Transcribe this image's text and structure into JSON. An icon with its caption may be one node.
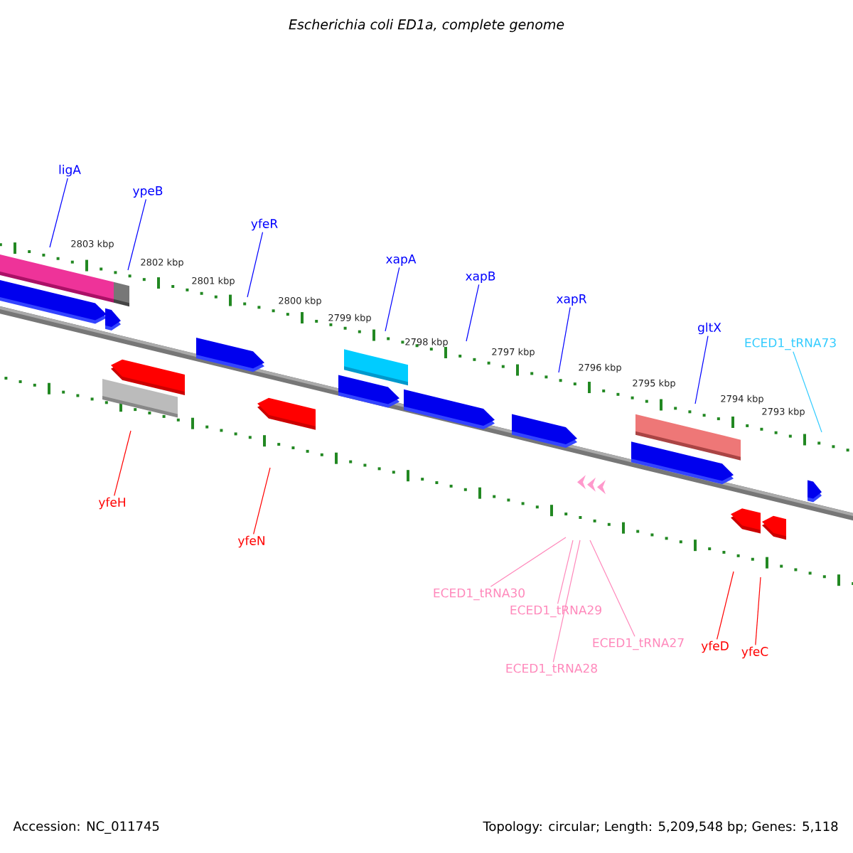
{
  "diagram": {
    "title": "Escherichia coli ED1a, complete genome",
    "nodes": [
      {
        "text": [
          "ligA"
        ]
      },
      {
        "text": [
          "ypeB"
        ]
      },
      {
        "text": [
          "yfeR"
        ]
      },
      {
        "text": [
          "xapA"
        ]
      },
      {
        "text": [
          "xapB"
        ]
      },
      {
        "text": [
          "xapR"
        ]
      },
      {
        "text": [
          "gltX"
        ]
      },
      {
        "text": [
          "ECED1_tRNA73"
        ]
      },
      {
        "text": [
          "yfeH"
        ]
      },
      {
        "text": [
          "yfeN"
        ]
      },
      {
        "text": [
          "ECED1_tRNA30"
        ]
      },
      {
        "text": [
          "ECED1_tRNA29"
        ]
      },
      {
        "text": [
          "ECED1_tRNA27"
        ]
      },
      {
        "text": [
          "ECED1_tRNA28"
        ]
      },
      {
        "text": [
          "yfeD"
        ]
      },
      {
        "text": [
          "yfeC"
        ]
      }
    ],
    "edges": [
      {
        "from": 0,
        "to": null,
        "arrow": "none"
      },
      {
        "from": 1,
        "to": null,
        "arrow": "none"
      },
      {
        "from": 2,
        "to": null,
        "arrow": "none"
      },
      {
        "from": 3,
        "to": null,
        "arrow": "none"
      },
      {
        "from": 4,
        "to": null,
        "arrow": "none"
      },
      {
        "from": 5,
        "to": null,
        "arrow": "none"
      },
      {
        "from": 6,
        "to": null,
        "arrow": "none"
      },
      {
        "from": 7,
        "to": null,
        "arrow": "none",
        "color": "#33ccff"
      },
      {
        "from": 8,
        "to": null,
        "arrow": "none",
        "color": "#ff0000"
      },
      {
        "from": 9,
        "to": null,
        "arrow": "none",
        "color": "#ff0000"
      },
      {
        "from": 10,
        "to": null,
        "arrow": "none",
        "color": "#ff88bb"
      },
      {
        "from": 11,
        "to": null,
        "arrow": "none",
        "color": "#ff88bb"
      },
      {
        "from": 12,
        "to": null,
        "arrow": "none",
        "color": "#ff88bb"
      },
      {
        "from": 13,
        "to": null,
        "arrow": "none",
        "color": "#ff88bb"
      },
      {
        "from": 14,
        "to": null,
        "arrow": "none",
        "color": "#ff0000"
      },
      {
        "from": 15,
        "to": null,
        "arrow": "none",
        "color": "#ff0000"
      }
    ],
    "labels": [
      "2803 kbp",
      "2802 kbp",
      "2801 kbp",
      "2800 kbp",
      "2799 kbp",
      "2798 kbp",
      "2797 kbp",
      "2796 kbp",
      "2795 kbp",
      "2794 kbp",
      "2793 kbp",
      "Accession: NC_011745",
      "Topology: circular; Length: 5,209,548 bp; Genes: 5,118"
    ]
  }
}
